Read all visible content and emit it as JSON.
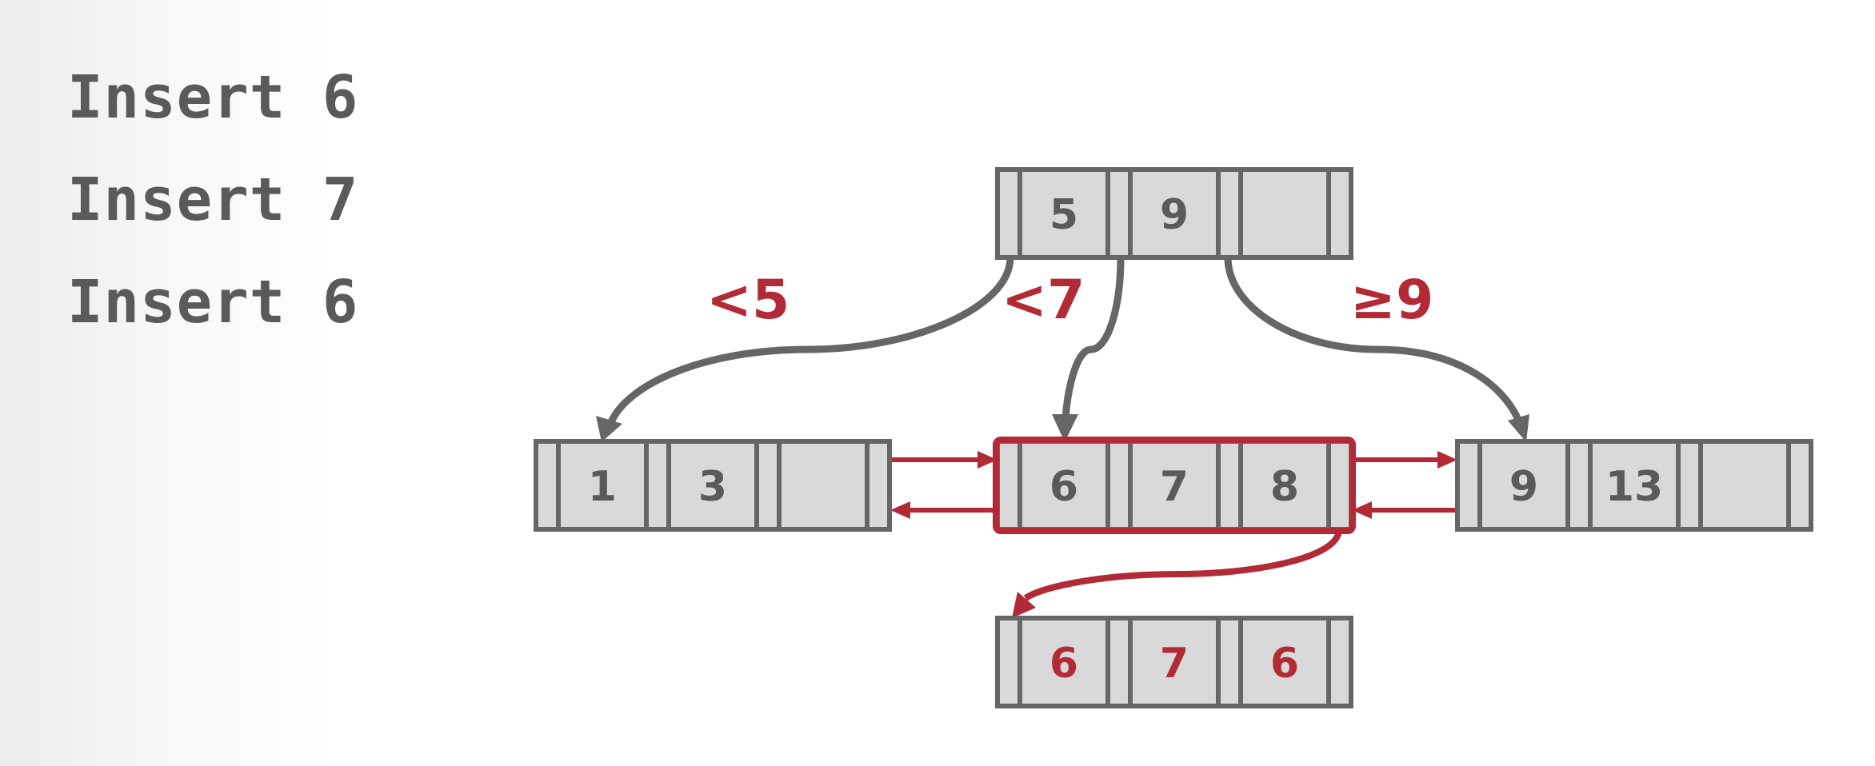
{
  "operations": [
    "Insert 6",
    "Insert 7",
    "Insert 6"
  ],
  "colors": {
    "gray": "#666666",
    "red": "#b22a36",
    "cell": "#d9d9d9",
    "text": "#5a5a5a"
  },
  "edge_labels": {
    "left": "<5",
    "middle": "<7",
    "right": "≥9"
  },
  "nodes": {
    "root": {
      "keys": [
        "5",
        "9",
        ""
      ],
      "highlight": false
    },
    "leaf_left": {
      "keys": [
        "1",
        "3",
        ""
      ],
      "highlight": false
    },
    "leaf_middle": {
      "keys": [
        "6",
        "7",
        "8"
      ],
      "highlight": true
    },
    "leaf_right": {
      "keys": [
        "9",
        "13",
        ""
      ],
      "highlight": false
    },
    "overflow": {
      "keys": [
        "6",
        "7",
        "6"
      ],
      "highlight": false,
      "red_keys": true
    }
  }
}
